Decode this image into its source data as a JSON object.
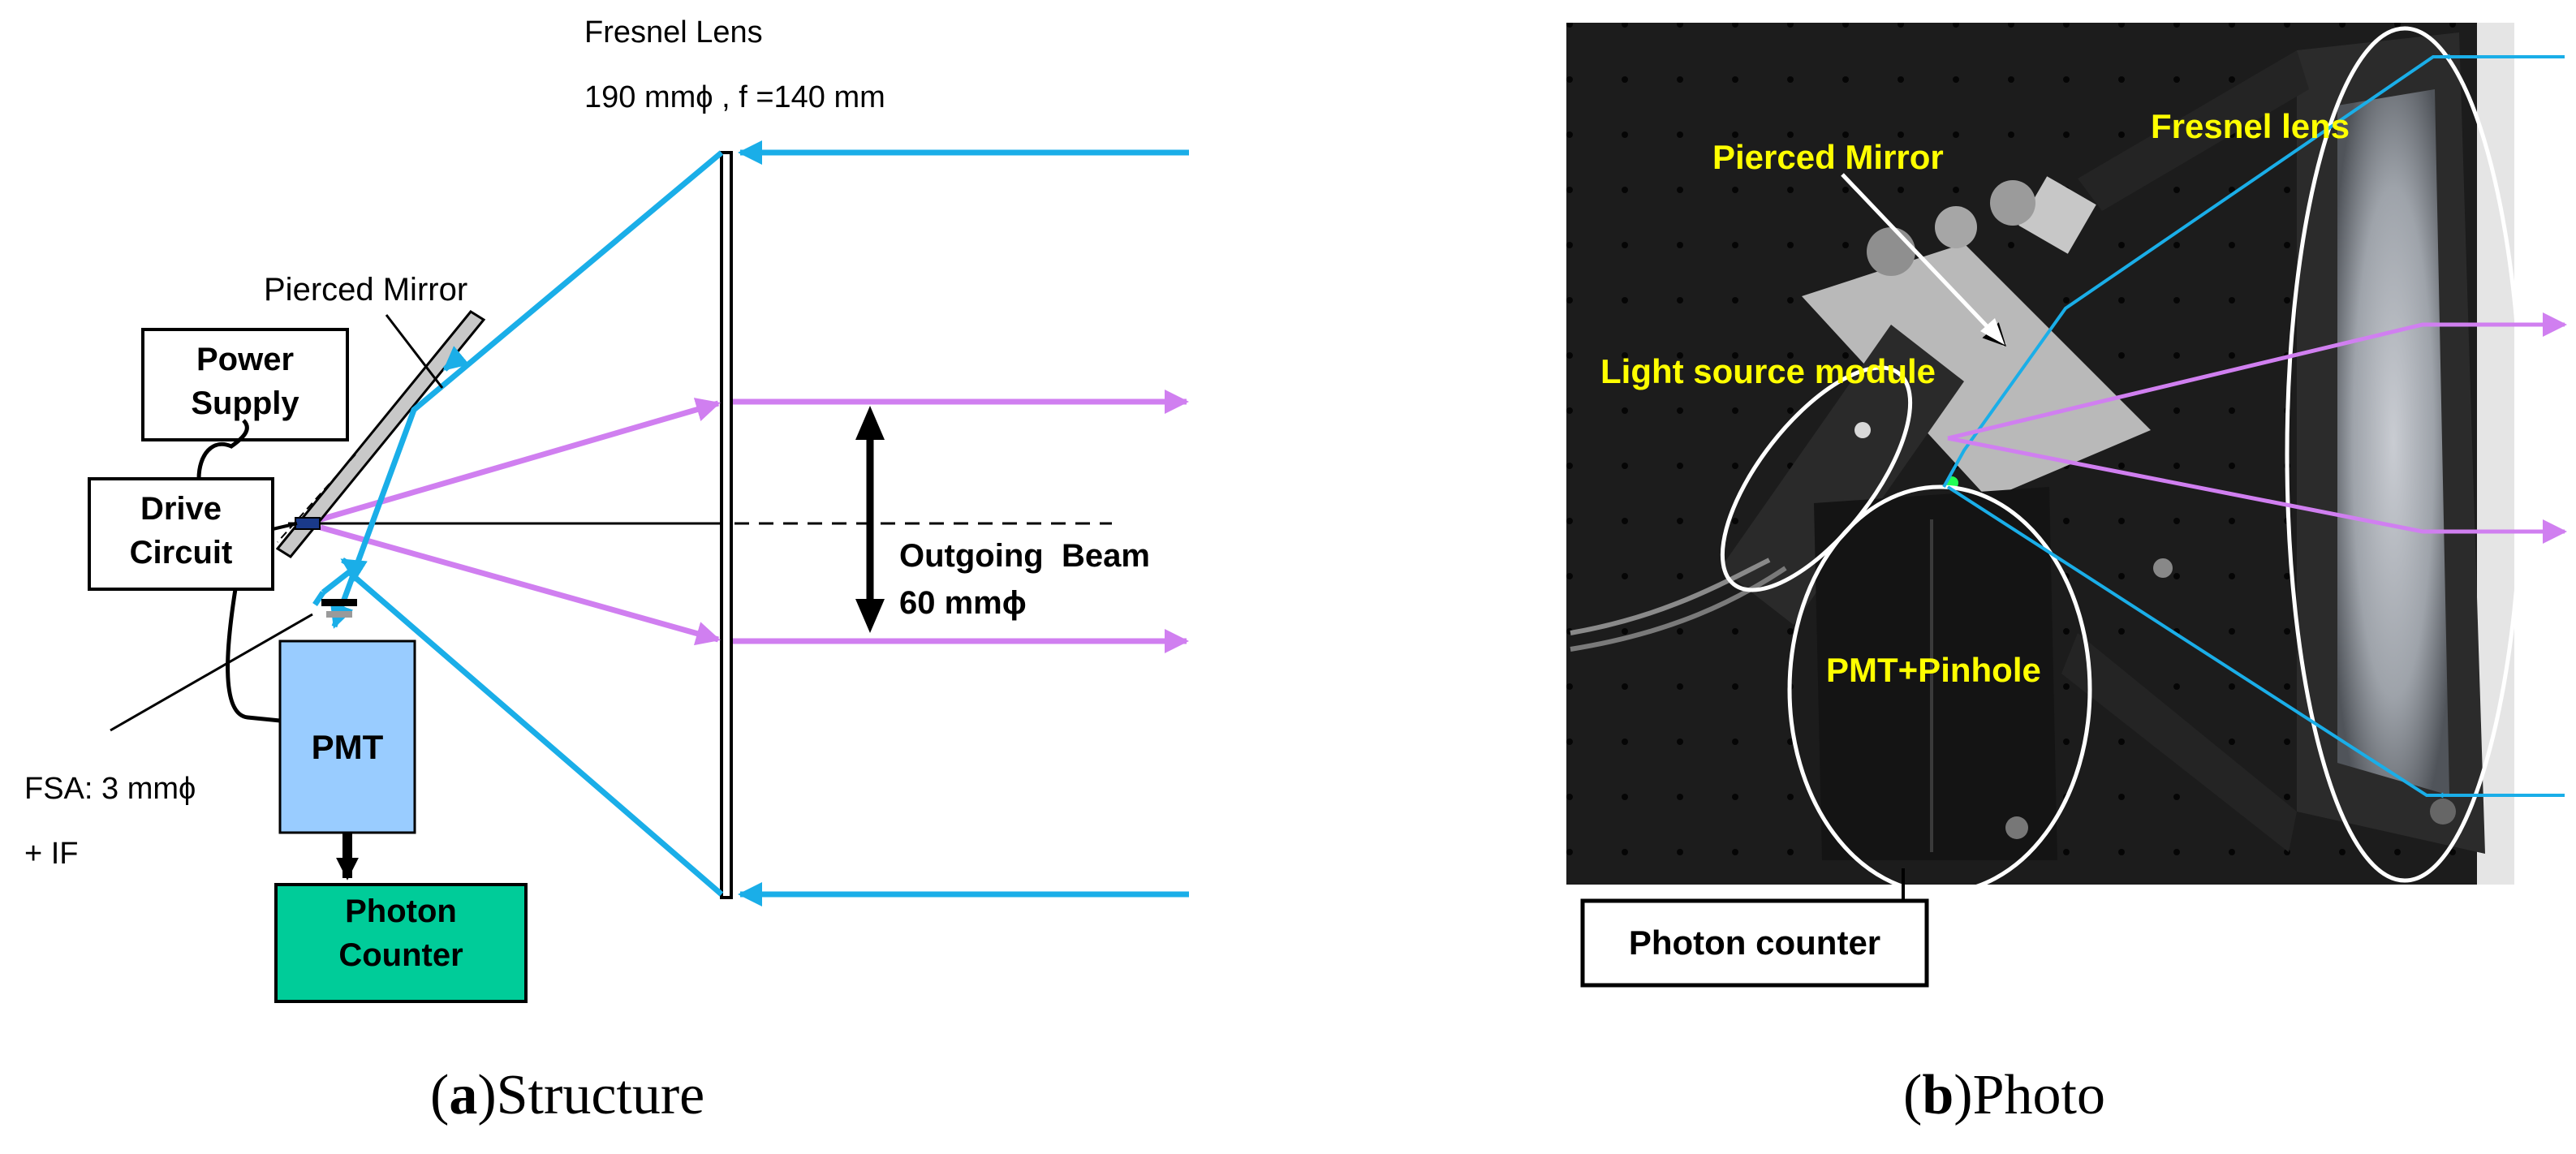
{
  "structure": {
    "fresnel_lens_title": "Fresnel Lens",
    "fresnel_lens_spec": "190 mmϕ , f =140 mm",
    "pierced_mirror": "Pierced Mirror",
    "power_supply_line1": "Power",
    "power_supply_line2": "Supply",
    "drive_circuit_line1": "Drive",
    "drive_circuit_line2": "Circuit",
    "pmt": "PMT",
    "photon_counter_line1": "Photon",
    "photon_counter_line2": "Counter",
    "fsa_line1": "FSA: 3 mmϕ",
    "fsa_line2": "+ IF",
    "outgoing_beam_line1": "Outgoing  Beam",
    "outgoing_beam_line2": "60 mmϕ",
    "caption_letter": "a",
    "caption_text": "Structure"
  },
  "photo": {
    "pierced_mirror": "Pierced Mirror",
    "fresnel_lens": "Fresnel lens",
    "light_source_module": "Light source module",
    "pmt_pinhole": "PMT+Pinhole",
    "photon_counter": "Photon counter",
    "caption_letter": "b",
    "caption_text": "Photo"
  },
  "colors": {
    "received_light": "#1aaee8",
    "emitted_light": "#d07ff0",
    "pmt_fill": "#99ccff",
    "photon_counter_fill": "#00cc99",
    "photo_label": "#ffff00",
    "photo_background": "#1c1c1c"
  }
}
